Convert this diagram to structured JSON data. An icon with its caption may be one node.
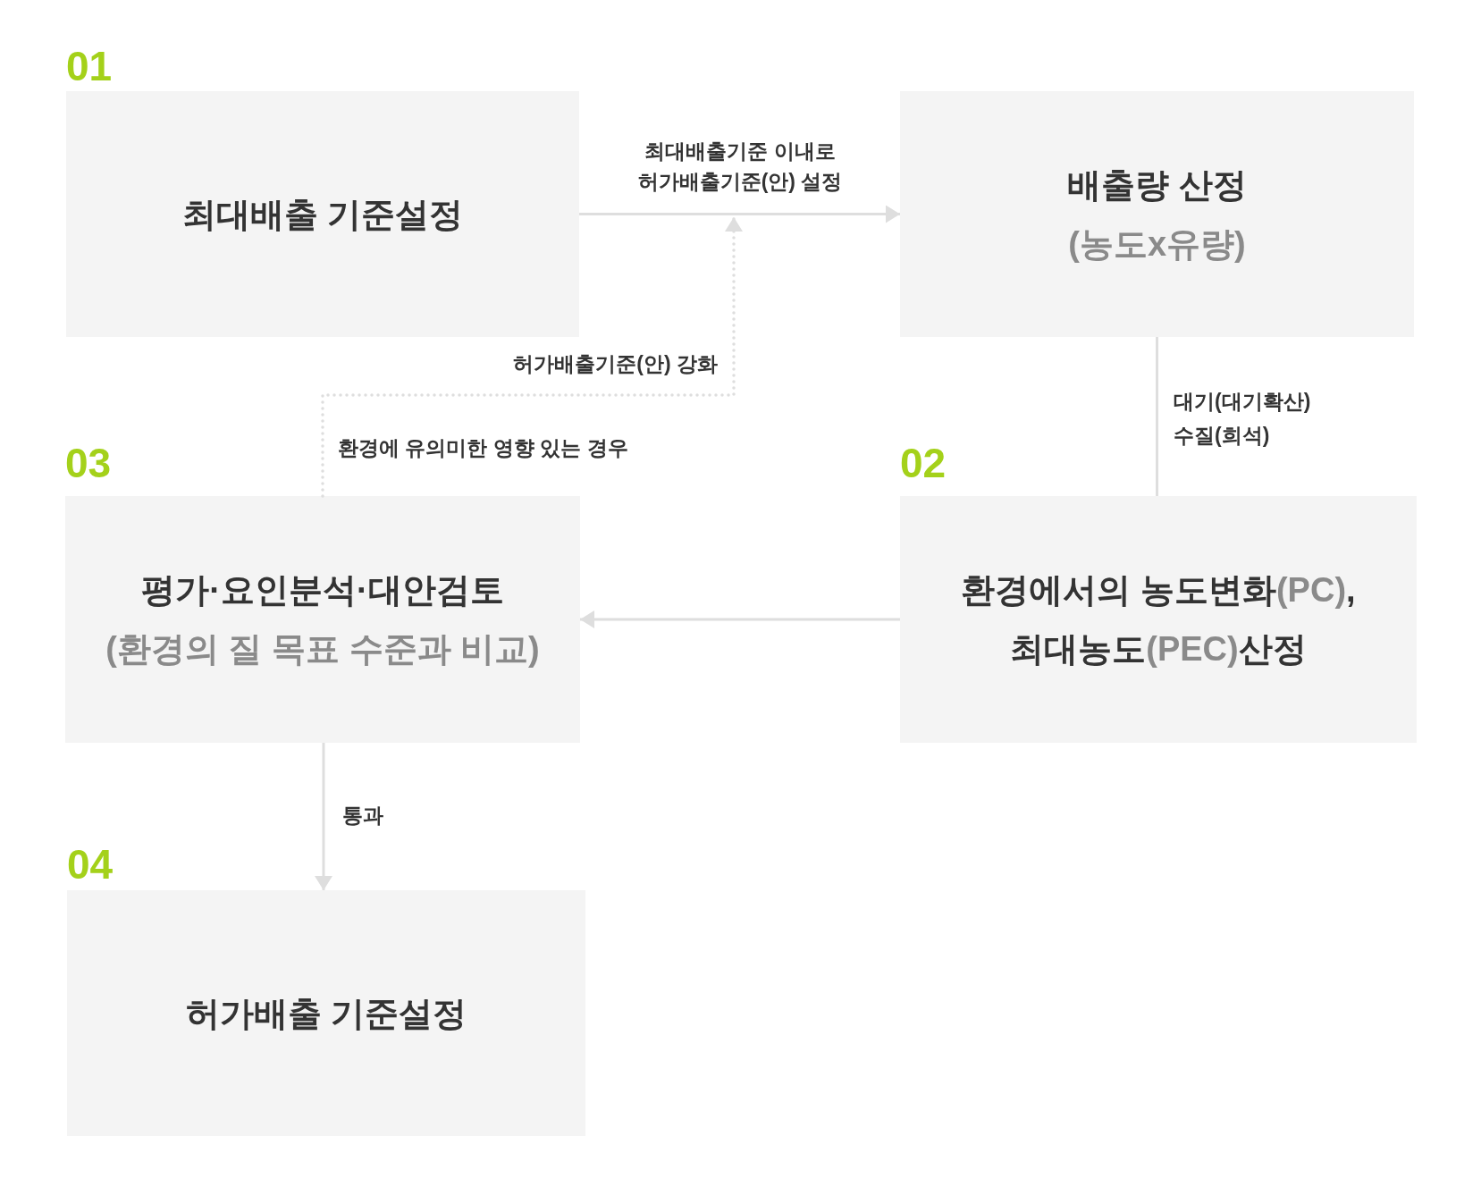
{
  "diagram": {
    "nodes": [
      {
        "text": [
          "01",
          "최대배출 기준설정"
        ]
      },
      {
        "text": [
          "배출량 산정",
          "(농도x유량)"
        ]
      },
      {
        "text": [
          "02",
          "환경에서의 농도변화(PC), 최대농도(PEC)산정"
        ]
      },
      {
        "text": [
          "03",
          "평가·요인분석·대안검토",
          "(환경의 질 목표 수준과 비교)"
        ]
      },
      {
        "text": [
          "04",
          "허가배출 기준설정"
        ]
      }
    ],
    "edges": [
      {
        "from": 0,
        "to": 1,
        "arrow": "to",
        "label": "최대배출기준 이내로 허가배출기준(안) 설정"
      },
      {
        "from": 1,
        "to": 2,
        "arrow": "none",
        "label": "대기(대기확산) 수질(희석)"
      },
      {
        "from": 2,
        "to": 3,
        "arrow": "to"
      },
      {
        "from": 3,
        "to": null,
        "arrow": "to",
        "label": "허가배출기준(안) 강화",
        "style": "dashed"
      },
      {
        "from": 3,
        "to": 4,
        "arrow": "to",
        "label": "통과"
      }
    ],
    "labels": [
      "환경에 유의미한 영향 있는 경우"
    ]
  }
}
